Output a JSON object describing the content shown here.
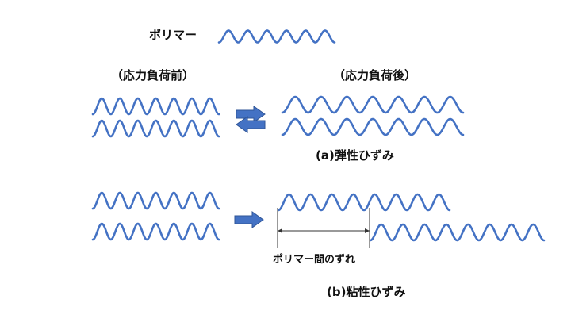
{
  "labels": {
    "polymer": "ポリマー",
    "before": "（応力負荷前）",
    "after": "（応力負荷後）",
    "elastic": "(a)弾性ひずみ",
    "slip": "ポリマー間のずれ",
    "viscous": "(b)粘性ひずみ"
  },
  "colors": {
    "wave": "#4472C4",
    "arrow": "#4472C4",
    "text": "#111111",
    "dimension_line": "#333333"
  }
}
